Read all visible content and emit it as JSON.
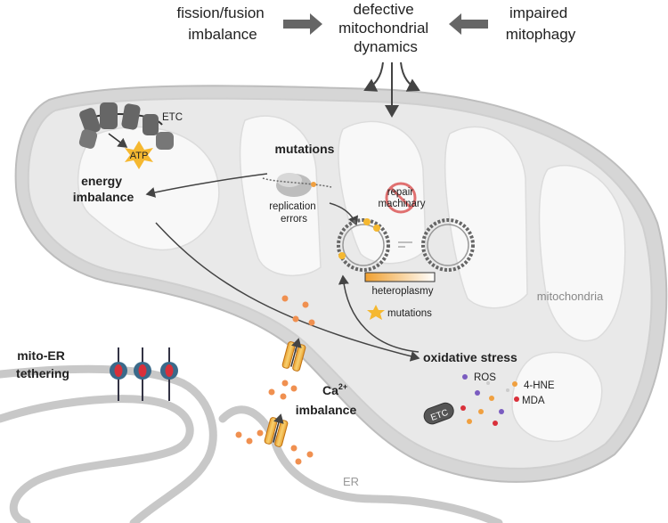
{
  "header": {
    "fission_fusion": [
      "fission/fusion",
      "imbalance"
    ],
    "defective_dynamics": [
      "defective",
      "mitochondrial",
      "dynamics"
    ],
    "impaired_mitophagy": [
      "impaired",
      "mitophagy"
    ]
  },
  "labels": {
    "etc": "ETC",
    "atp": "ATP",
    "energy_imbalance": [
      "energy",
      "imbalance"
    ],
    "mutations_title": "mutations",
    "replication_errors": [
      "replication",
      "errors"
    ],
    "repair_machinery": [
      "repair",
      "machinary"
    ],
    "heteroplasmy": "heteroplasmy",
    "mutations_legend": "mutations",
    "mitochondria": "mitochondria",
    "oxidative_stress": "oxidative stress",
    "ros": "ROS",
    "hne": "4-HNE",
    "mda": "MDA",
    "etc_pill": "ETC",
    "mito_er": [
      "mito-ER",
      "tethering"
    ],
    "ca_base": "Ca",
    "ca_sup": "2+",
    "ca_imbalance": "imbalance",
    "er": "ER"
  },
  "colors": {
    "membrane": "#c9c9c9",
    "matrix": "#e8e8e8",
    "cristae": "#f7f7f7",
    "arrow": "#555555",
    "accent_orange": "#f0a040",
    "ros_purple": "#7a5cc0",
    "mda_red": "#d9303a",
    "repair_red": "#e07070"
  }
}
